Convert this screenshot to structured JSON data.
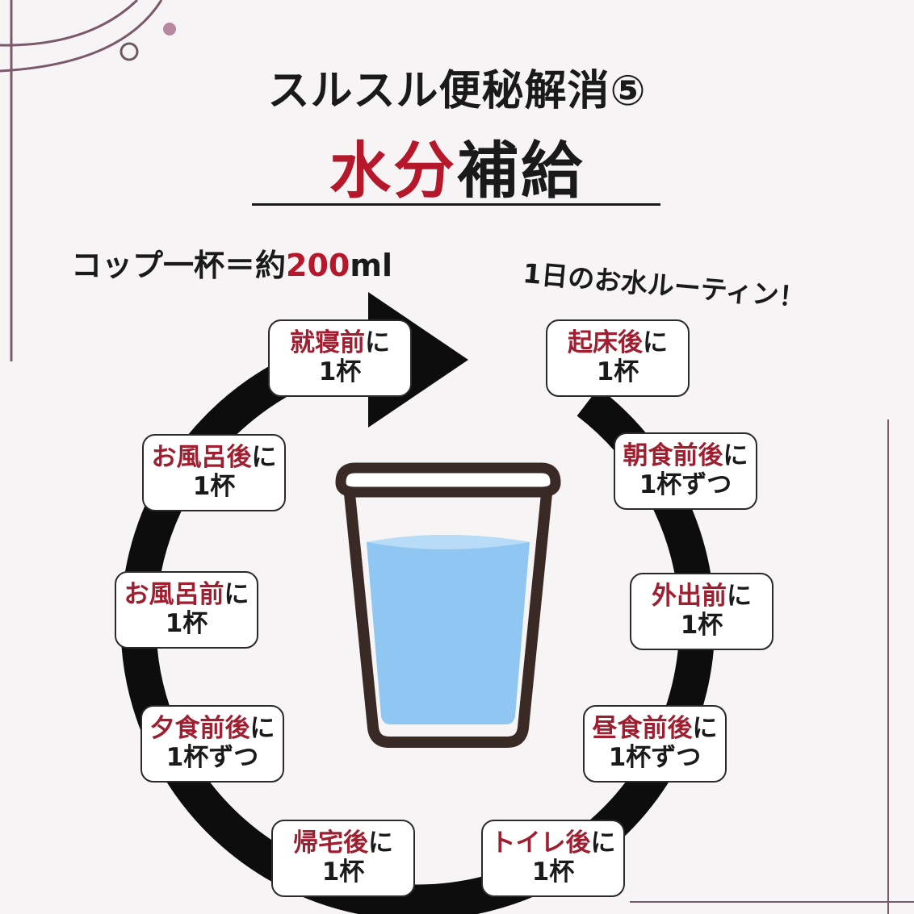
{
  "title": {
    "line1": "スルスル便秘解消⑤",
    "line2_red": "水分",
    "line2_black": "補給"
  },
  "cup_note": {
    "prefix": "コップ一杯＝約",
    "amount": "200",
    "unit": "ml"
  },
  "routine_label": "1日のお水ルーティン！",
  "cards": [
    {
      "red": "就寝前",
      "black": "に",
      "line2": "1杯"
    },
    {
      "red": "起床後",
      "black": "に",
      "line2": "1杯"
    },
    {
      "red": "朝食前後",
      "black": "に",
      "line2": "1杯ずつ"
    },
    {
      "red": "外出前",
      "black": "に",
      "line2": "1杯"
    },
    {
      "red": "昼食前後",
      "black": "に",
      "line2": "1杯ずつ"
    },
    {
      "red": "トイレ後",
      "black": "に",
      "line2": "1杯"
    },
    {
      "red": "帰宅後",
      "black": "に",
      "line2": "1杯"
    },
    {
      "red": "夕食前後",
      "black": "に",
      "line2": "1杯ずつ"
    },
    {
      "red": "お風呂前",
      "black": "に",
      "line2": "1杯"
    },
    {
      "red": "お風呂後",
      "black": "に",
      "line2": "1杯"
    }
  ],
  "colors": {
    "accent_red": "#b5182a",
    "water_blue": "#8fc7f2",
    "ring": "#0d0d0d",
    "decor_line": "#7a5a6a"
  },
  "icons": [
    "glass-of-water-icon",
    "arrow-icon"
  ]
}
